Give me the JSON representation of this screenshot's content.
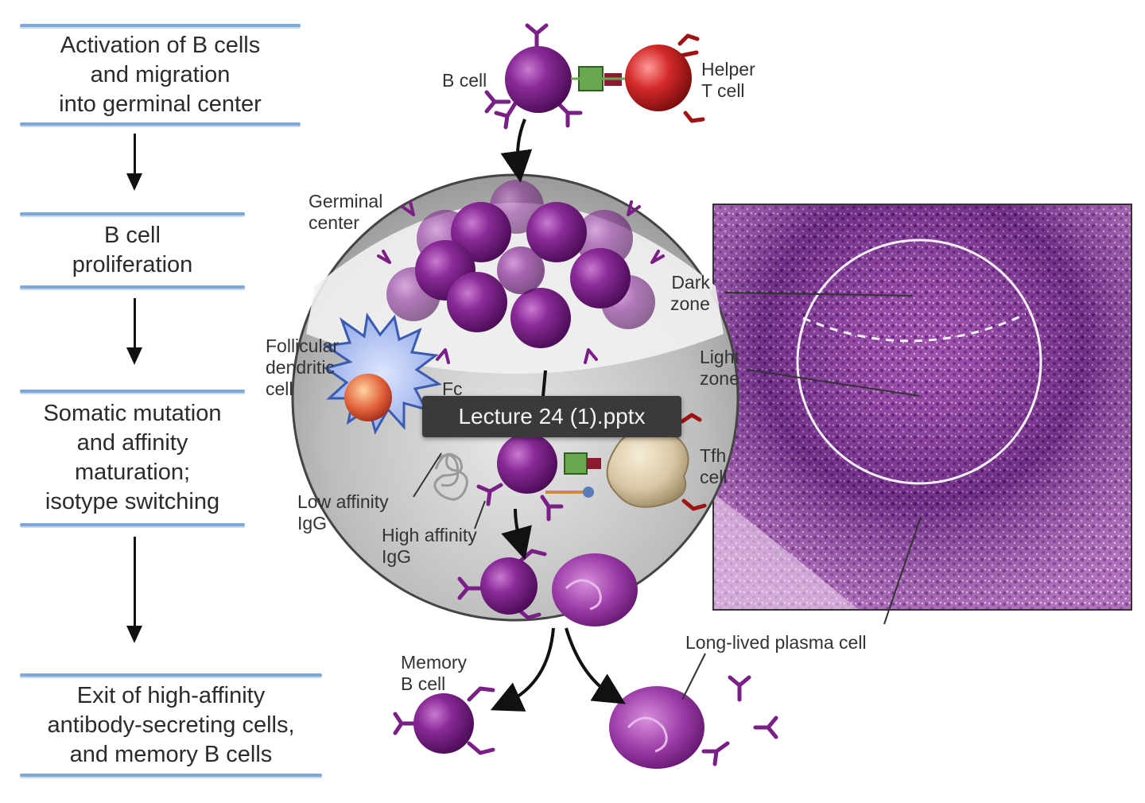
{
  "steps": [
    "Activation of B cells\nand migration\ninto germinal center",
    "B cell\nproliferation",
    "Somatic mutation\nand affinity\nmaturation;\nisotype switching",
    "Exit of high-affinity\nantibody-secreting cells,\nand memory B cells"
  ],
  "labels": {
    "b_cell": "B cell",
    "helper_t_cell": "Helper\nT cell",
    "germinal_center": "Germinal\ncenter",
    "dark_zone": "Dark\nzone",
    "light_zone": "Light\nzone",
    "follicular_dendritic_cell": "Follicular\ndendritic\ncell",
    "fc": "Fc",
    "tfh_cell": "Tfh\ncell",
    "low_affinity_igg": "Low affinity\nIgG",
    "high_affinity_igg": "High affinity\nIgG",
    "memory_b_cell": "Memory\nB cell",
    "long_lived_plasma_cell": "Long-lived plasma cell"
  },
  "tooltip": "Lecture 24 (1).pptx",
  "colors": {
    "b_cell": "#7a1f86",
    "helper_t_cell": "#d42a2a",
    "tfh_cell": "#d9c8a6",
    "step_border": "#7fa8d6",
    "histology": "#9b4fa8"
  }
}
